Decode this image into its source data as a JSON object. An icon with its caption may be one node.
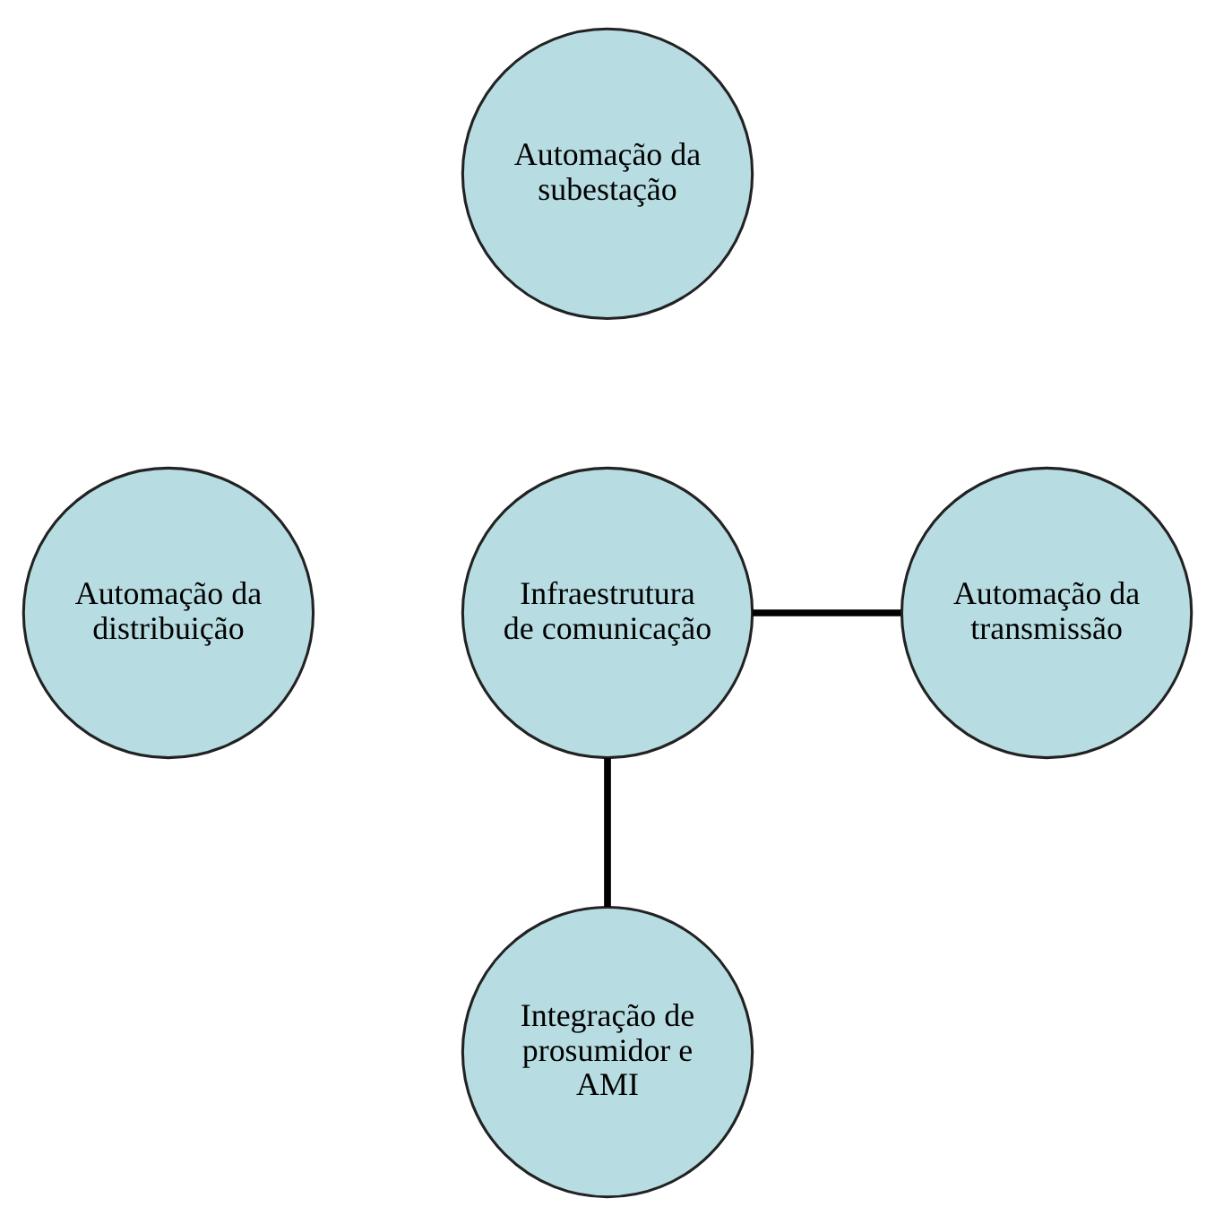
{
  "diagram": {
    "nodes": [
      {
        "text": [
          "Automação da subestação"
        ]
      },
      {
        "text": [
          "Automação da distribuição"
        ]
      },
      {
        "text": [
          "Infraestrutura de comunicação"
        ]
      },
      {
        "text": [
          "Automação da transmissão"
        ]
      },
      {
        "text": [
          "Integração de prosumidor e AMI"
        ]
      }
    ],
    "edges": [
      {
        "from": 2,
        "to": 3,
        "arrow": "none"
      },
      {
        "from": 2,
        "to": 4,
        "arrow": "none"
      }
    ]
  }
}
